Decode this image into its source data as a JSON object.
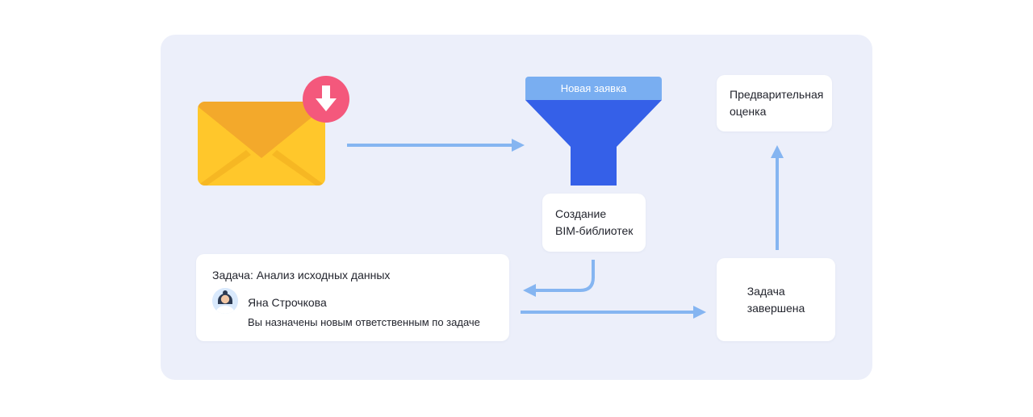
{
  "funnel": {
    "label": "Новая заявка"
  },
  "cards": {
    "creation": {
      "line1": "Создание",
      "line2": "BIM-библиотек"
    },
    "assessment": {
      "line1": "Предварительная",
      "line2": "оценка"
    },
    "completed": {
      "line1": "Задача",
      "line2": "завершена"
    },
    "task": {
      "title": "Задача: Анализ исходных данных",
      "assignee_name": "Яна Строчкова",
      "note": "Вы назначены новым ответственным по задаче"
    }
  },
  "icons": {
    "envelope": "envelope-icon",
    "badge": "arrow-down-icon",
    "funnel": "funnel-icon",
    "avatar": "female-avatar-icon"
  },
  "colors": {
    "panel_bg": "#ECEFFA",
    "funnel_blue": "#3560E8",
    "funnel_header_blue": "#79AEF1",
    "arrow_blue": "#85B5F1",
    "envelope_yellow": "#FFC72B",
    "envelope_flap": "#F3A92B",
    "badge_pink": "#F4587C",
    "card_bg": "#FFFFFF",
    "text_dark": "#23252E"
  }
}
